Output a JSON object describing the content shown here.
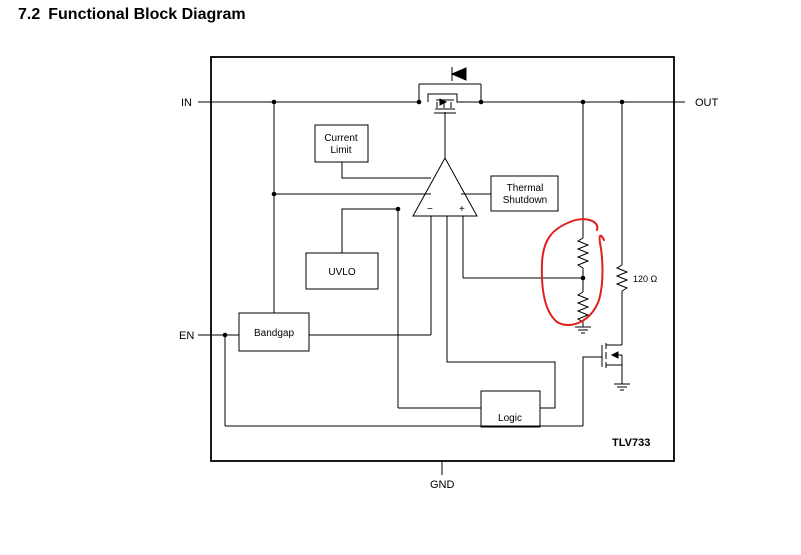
{
  "section": {
    "number": "7.2",
    "title": "Functional Block Diagram"
  },
  "pins": {
    "in": "IN",
    "out": "OUT",
    "en": "EN",
    "gnd": "GND"
  },
  "blocks": {
    "current_limit_line1": "Current",
    "current_limit_line2": "Limit",
    "thermal_line1": "Thermal",
    "thermal_line2": "Shutdown",
    "uvlo": "UVLO",
    "bandgap": "Bandgap",
    "logic": "Logic"
  },
  "opamp": {
    "minus": "−",
    "plus": "+"
  },
  "resistor_label": "120 Ω",
  "part_number": "TLV733",
  "colors": {
    "line": "#000000",
    "annotation": "#e0201c"
  }
}
